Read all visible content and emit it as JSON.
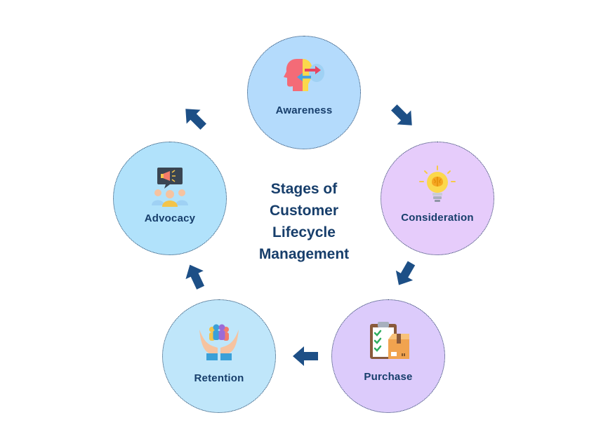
{
  "title_lines": [
    "Stages of",
    "Customer",
    "Lifecycle",
    "Management"
  ],
  "stages": [
    {
      "label": "Awareness",
      "color": "#b4dbfc",
      "icon": "head-profile-icon"
    },
    {
      "label": "Consideration",
      "color": "#e6ccfb",
      "icon": "lightbulb-brain-icon"
    },
    {
      "label": "Purchase",
      "color": "#dccbfb",
      "icon": "clipboard-box-icon"
    },
    {
      "label": "Retention",
      "color": "#bfe6fa",
      "icon": "hands-people-icon"
    },
    {
      "label": "Advocacy",
      "color": "#b1e2fb",
      "icon": "megaphone-group-icon"
    }
  ],
  "colors": {
    "arrow": "#1d4f86",
    "text": "#173e6b"
  }
}
